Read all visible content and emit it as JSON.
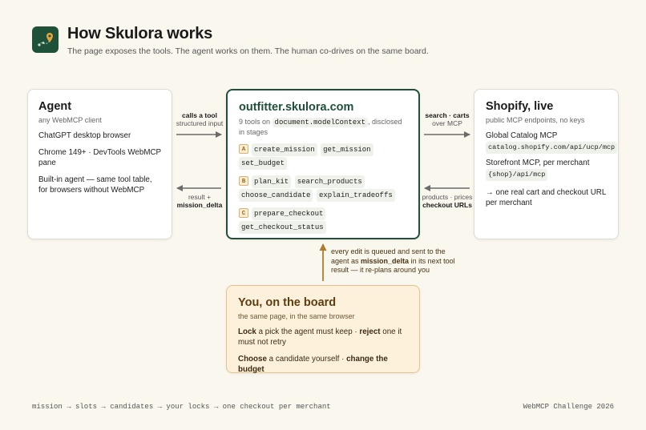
{
  "header": {
    "title": "How Skulora works",
    "subtitle": "The page exposes the tools. The agent works on them. The human co-drives on the same board."
  },
  "agent": {
    "title": "Agent",
    "sub": "any WebMCP client",
    "items": [
      "ChatGPT desktop browser",
      "Chrome 149+ · DevTools WebMCP pane",
      "Built-in agent — same tool table, for browsers without WebMCP"
    ]
  },
  "site": {
    "title": "outfitter.skulora.com",
    "sub_pre": "9 tools on",
    "sub_code": "document.modelContext",
    "sub_post": ", disclosed in stages",
    "stages": [
      {
        "badge": "A",
        "tools": [
          "create_mission",
          "get_mission",
          "set_budget"
        ]
      },
      {
        "badge": "B",
        "tools": [
          "plan_kit",
          "search_products",
          "choose_candidate",
          "explain_tradeoffs"
        ]
      },
      {
        "badge": "C",
        "tools": [
          "prepare_checkout",
          "get_checkout_status"
        ]
      }
    ]
  },
  "shop": {
    "title": "Shopify, live",
    "sub": "public MCP endpoints, no keys",
    "global_label": "Global Catalog MCP",
    "global_url": "catalog.shopify.com/api/ucp/mcp",
    "store_label": "Storefront MCP, per merchant",
    "store_url": "{shop}/api/mcp",
    "result": "→ one real cart and checkout URL per merchant"
  },
  "you": {
    "title": "You, on the board",
    "sub": "the same page, in the same browser",
    "line1_b1": "Lock",
    "line1_t1": " a pick the agent must keep · ",
    "line1_b2": "reject",
    "line1_t2": " one it must not retry",
    "line2_b1": "Choose",
    "line2_t1": " a candidate yourself · ",
    "line2_b2": "change the budget"
  },
  "connectors": {
    "agent_to_site_bold": "calls a tool",
    "agent_to_site_light": "structured input",
    "site_to_agent_light": "result +",
    "site_to_agent_bold": "mission_delta",
    "site_to_shop_bold": "search · carts",
    "site_to_shop_light": "over MCP",
    "shop_to_site_light": "products · prices",
    "shop_to_site_bold": "checkout URLs",
    "note_pre": "every edit is queued and sent to the agent as ",
    "note_bold": "mission_delta",
    "note_post": " in its next tool result — it re-plans around you"
  },
  "footer": {
    "left": "mission → slots → candidates → your locks → one checkout per merchant",
    "right": "WebMCP Challenge 2026"
  },
  "colors": {
    "background": "#faf7ef",
    "brand_green": "#1f5038",
    "human_fill": "#fdf1dc",
    "human_border": "#e7c28c",
    "badge": "#a0641b"
  }
}
